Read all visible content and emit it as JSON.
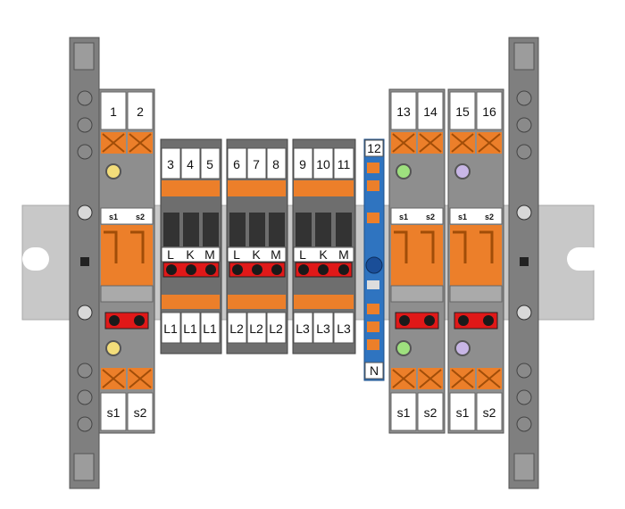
{
  "colors": {
    "rail": "#c8c8c8",
    "housing": "#8e8e8e",
    "housing_dark": "#6e6e6e",
    "orange": "#ec7f2a",
    "blue": "#2f74c0",
    "red": "#e01818",
    "black": "#1a1a1a",
    "label_bg": "#ffffff",
    "screw_yellow": "#f3dd7a",
    "screw_green": "#9ee07e",
    "screw_purple": "#c8b6e6"
  },
  "icons": [
    "screw-icon",
    "orange-clamp-icon",
    "fuse-bridge-icon",
    "colored-marker-screw-icon"
  ],
  "top_markers": {
    "left_block": [
      "1",
      "2"
    ],
    "voltage_group_1": [
      "3",
      "4",
      "5"
    ],
    "voltage_group_2": [
      "6",
      "7",
      "8"
    ],
    "voltage_group_3": [
      "9",
      "10",
      "11"
    ],
    "neutral_top": "12",
    "right_block_a": [
      "13",
      "14"
    ],
    "right_block_b": [
      "15",
      "16"
    ]
  },
  "mid_markers": {
    "transformer_left": [
      "s1",
      "s2"
    ],
    "transformer_right_a": [
      "s1",
      "s2"
    ],
    "transformer_right_b": [
      "s1",
      "s2"
    ]
  },
  "lkm_labels": {
    "group_1": [
      "L",
      "K",
      "M"
    ],
    "group_2": [
      "L",
      "K",
      "M"
    ],
    "group_3": [
      "L",
      "K",
      "M"
    ]
  },
  "phase_labels": {
    "group_1": [
      "L1",
      "L1",
      "L1"
    ],
    "group_2": [
      "L2",
      "L2",
      "L2"
    ],
    "group_3": [
      "L3",
      "L3",
      "L3"
    ]
  },
  "neutral_bottom": "N",
  "bottom_markers": {
    "left_block": [
      "s1",
      "s2"
    ],
    "right_block_a": [
      "s1",
      "s2"
    ],
    "right_block_b": [
      "s1",
      "s2"
    ]
  }
}
